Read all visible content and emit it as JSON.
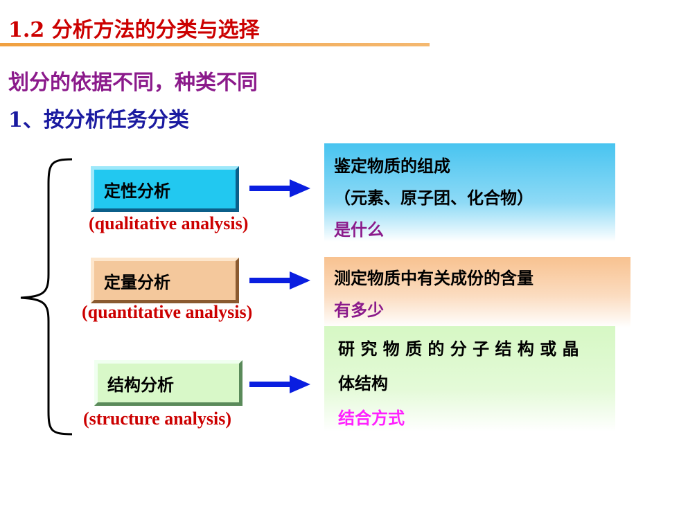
{
  "slide": {
    "title": "1.2 分析方法的分类与选择",
    "subtitle": "划分的依据不同，种类不同",
    "section": "1、按分析任务分类"
  },
  "items": [
    {
      "label": "定性分析",
      "english": "(qualitative analysis)",
      "desc_lines": [
        "鉴定物质的组成",
        "（元素、原子团、化合物）"
      ],
      "highlight": "是什么"
    },
    {
      "label": "定量分析",
      "english": "(quantitative analysis)",
      "desc_lines": [
        "测定物质中有关成份的含量"
      ],
      "highlight": "有多少"
    },
    {
      "label": "结构分析",
      "english": "(structure analysis)",
      "desc_lines": [
        "研 究 物 质 的 分 子 结 构 或 晶",
        "体结构"
      ],
      "highlight": "结合方式"
    }
  ],
  "colors": {
    "title": "#cc0000",
    "subtitle": "#8b1a8b",
    "section": "#1a1aa0",
    "arrow": "#0a1ee0",
    "box1": "#22c8f0",
    "box2": "#f4c89c",
    "box3": "#d8f8c8"
  },
  "icons": {
    "brace": "left-curly-brace-icon",
    "arrow": "right-arrow-icon"
  }
}
